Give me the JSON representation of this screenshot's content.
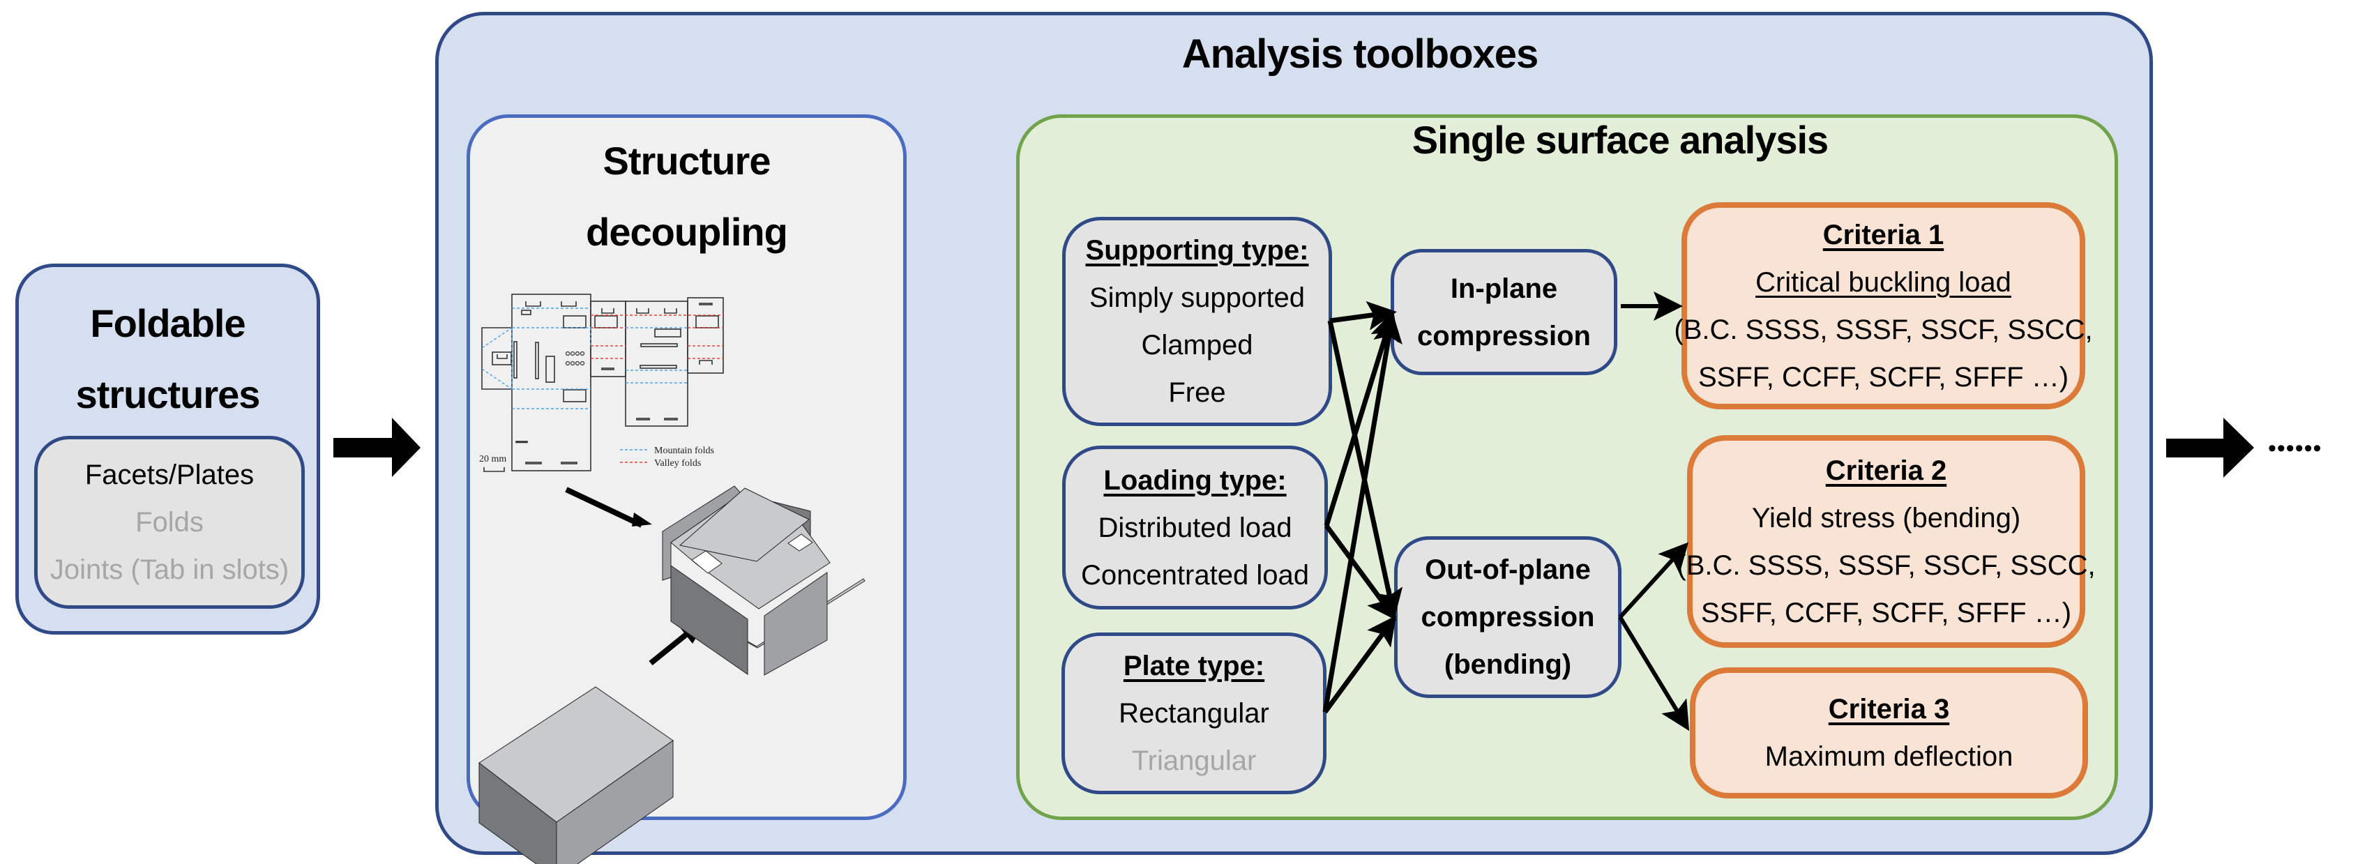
{
  "foldable": {
    "title_line1": "Foldable",
    "title_line2": "structures",
    "items": [
      {
        "label": "Facets/Plates",
        "state": "active"
      },
      {
        "label": "Folds",
        "state": "inactive"
      },
      {
        "label": "Joints (Tab in slots)",
        "state": "inactive"
      }
    ]
  },
  "analysis": {
    "title": "Analysis toolboxes",
    "structure_decoupling": {
      "title_line1": "Structure",
      "title_line2": "decoupling",
      "crease_pattern": {
        "scale_label": "20 mm",
        "legend": [
          {
            "label": "Mountain folds",
            "color": "#4aa3e8"
          },
          {
            "label": "Valley folds",
            "color": "#e0433b"
          }
        ]
      }
    },
    "single_surface": {
      "title": "Single surface analysis",
      "inputs": [
        {
          "heading": "Supporting type:",
          "options": [
            {
              "label": "Simply supported",
              "state": "active"
            },
            {
              "label": "Clamped",
              "state": "active"
            },
            {
              "label": "Free",
              "state": "active"
            }
          ]
        },
        {
          "heading": "Loading type:",
          "options": [
            {
              "label": "Distributed load",
              "state": "active"
            },
            {
              "label": "Concentrated load",
              "state": "active"
            }
          ]
        },
        {
          "heading": "Plate type:",
          "options": [
            {
              "label": "Rectangular",
              "state": "active"
            },
            {
              "label": "Triangular",
              "state": "inactive"
            }
          ]
        }
      ],
      "modes": [
        {
          "line1": "In-plane",
          "line2": "compression",
          "line3": ""
        },
        {
          "line1": "Out-of-plane",
          "line2": "compression",
          "line3": "(bending)"
        }
      ],
      "criteria": [
        {
          "title": "Criteria 1",
          "subtitle": "Critical buckling load",
          "subtitle_underlined": true,
          "bc_line1": "(B.C. SSSS, SSSF, SSCF, SSCC,",
          "bc_line2": "SSFF, CCFF, SCFF, SFFF …)"
        },
        {
          "title": "Criteria 2",
          "subtitle": "Yield stress (bending)",
          "subtitle_underlined": false,
          "bc_line1": "(B.C. SSSS, SSSF, SSCF, SSCC,",
          "bc_line2": "SSFF, CCFF, SCFF, SFFF …)"
        },
        {
          "title": "Criteria 3",
          "subtitle": "Maximum deflection",
          "subtitle_underlined": false,
          "bc_line1": "",
          "bc_line2": ""
        }
      ],
      "connections": [
        {
          "from": "Supporting type",
          "to": "In-plane compression"
        },
        {
          "from": "Supporting type",
          "to": "Out-of-plane compression (bending)"
        },
        {
          "from": "Loading type",
          "to": "In-plane compression"
        },
        {
          "from": "Loading type",
          "to": "Out-of-plane compression (bending)"
        },
        {
          "from": "Plate type",
          "to": "In-plane compression"
        },
        {
          "from": "Plate type",
          "to": "Out-of-plane compression (bending)"
        },
        {
          "from": "In-plane compression",
          "to": "Criteria 1"
        },
        {
          "from": "Out-of-plane compression (bending)",
          "to": "Criteria 2"
        },
        {
          "from": "Out-of-plane compression (bending)",
          "to": "Criteria 3"
        }
      ]
    }
  },
  "continuation": "••••••",
  "colors": {
    "outer_fill": "#d6dff0",
    "outer_border": "#2f4a87",
    "green_fill": "#e2eed8",
    "green_border": "#71a34b",
    "criteria_fill": "#f8e3d4",
    "criteria_border": "#dc7b39",
    "box_fill": "#e3e3e3",
    "muted_text": "#a6a6a6"
  }
}
